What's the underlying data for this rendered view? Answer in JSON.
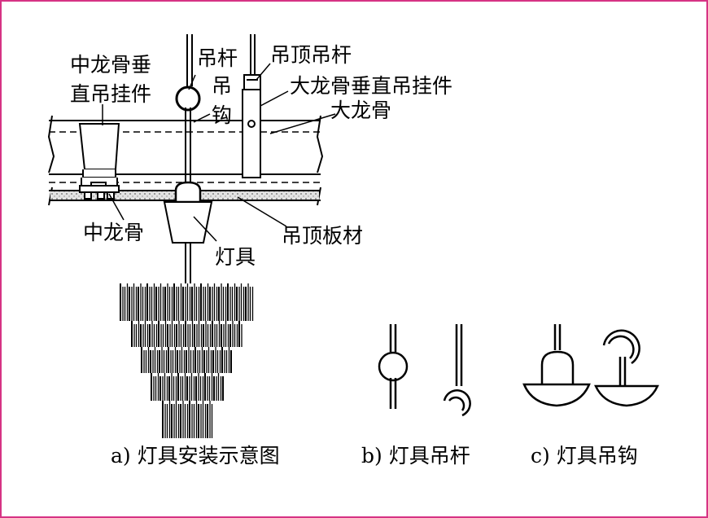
{
  "labels": {
    "zhonglonggu_hanger_line1": "中龙骨垂",
    "zhonglonggu_hanger_line2": "直吊挂件",
    "diaogan": "吊杆",
    "diaogou_line1": "吊",
    "diaogou_line2": "钩",
    "diaoding_diaogan": "吊顶吊杆",
    "dalonggu_hanger": "大龙骨垂直吊挂件",
    "dalonggu": "大龙骨",
    "zhonglonggu": "中龙骨",
    "dengju": "灯具",
    "diaoding_bancai": "吊顶板材"
  },
  "captions": {
    "a": "a) 灯具安装示意图",
    "b": "b) 灯具吊杆",
    "c": "c) 灯具吊钩"
  },
  "colors": {
    "frame": "#d63384",
    "ink": "#000000",
    "board": "#d8d8d8"
  }
}
